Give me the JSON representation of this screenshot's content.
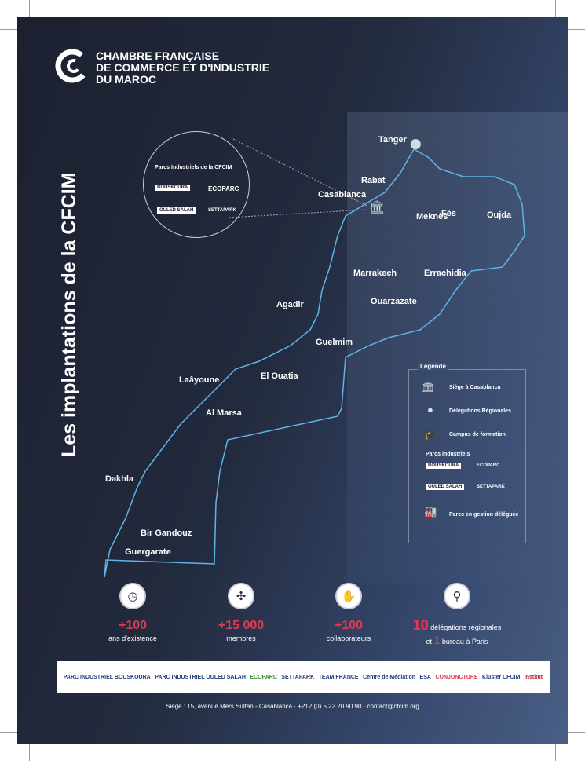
{
  "header": {
    "org_line1": "CHAMBRE FRANÇAISE",
    "org_line2": "DE COMMERCE ET D'INDUSTRIE",
    "org_line3": "DU MAROC"
  },
  "title": "Les implantations de la CFCIM",
  "inset": {
    "title": "Parcs Industriels de la CFCIM",
    "parks": [
      "BOUSKOURA",
      "ECOPARC",
      "OULED SALAH",
      "SETTAPARK"
    ]
  },
  "cities": [
    "Tanger",
    "Rabat",
    "Casablanca",
    "Fès",
    "Meknès",
    "Oujda",
    "Marrakech",
    "Errachidia",
    "Ouarzazate",
    "Agadir",
    "Guelmim",
    "El Ouatia",
    "Laâyoune",
    "Al Marsa",
    "Dakhla",
    "Bir Gandouz",
    "Guergarate"
  ],
  "legend": {
    "title": "Légende",
    "items": [
      "Siège à Casablanca",
      "Délégations Régionales",
      "Campus de formation"
    ],
    "parks_title": "Parcs industriels",
    "parks": [
      "BOUSKOURA",
      "ECOPARC",
      "OULED SALAH",
      "SETTAPARK"
    ],
    "delegated": "Parcs en gestion déléguée"
  },
  "stats": [
    {
      "icon": "clock-icon",
      "value": "+100",
      "label": "ans d'existence"
    },
    {
      "icon": "network-icon",
      "value": "+15 000",
      "label": "membres"
    },
    {
      "icon": "team-icon",
      "value": "+100",
      "label": "collaborateurs"
    },
    {
      "icon": "map-pin-icon",
      "value": "10",
      "label": "délégations régionales",
      "value2": "1",
      "label2": "bureau à Paris",
      "label2_prefix": "et"
    }
  ],
  "partners": [
    "PARC INDUSTRIEL BOUSKOURA",
    "PARC INDUSTRIEL OULED SALAH",
    "ECOPARC",
    "SETTAPARK",
    "TEAM FRANCE",
    "Centre de Médiation",
    "ESA",
    "CONJONCTURE",
    "Kluster CFCIM",
    "Institut"
  ],
  "footer": "Siège : 15, avenue Mers Sultan - Casablanca  ·  +212 (0) 5 22 20 90 90  ·  contact@cfcim.org",
  "colors": {
    "accent": "#e3384f",
    "map_line": "#5fb4e8",
    "bg": "#1c2130"
  }
}
